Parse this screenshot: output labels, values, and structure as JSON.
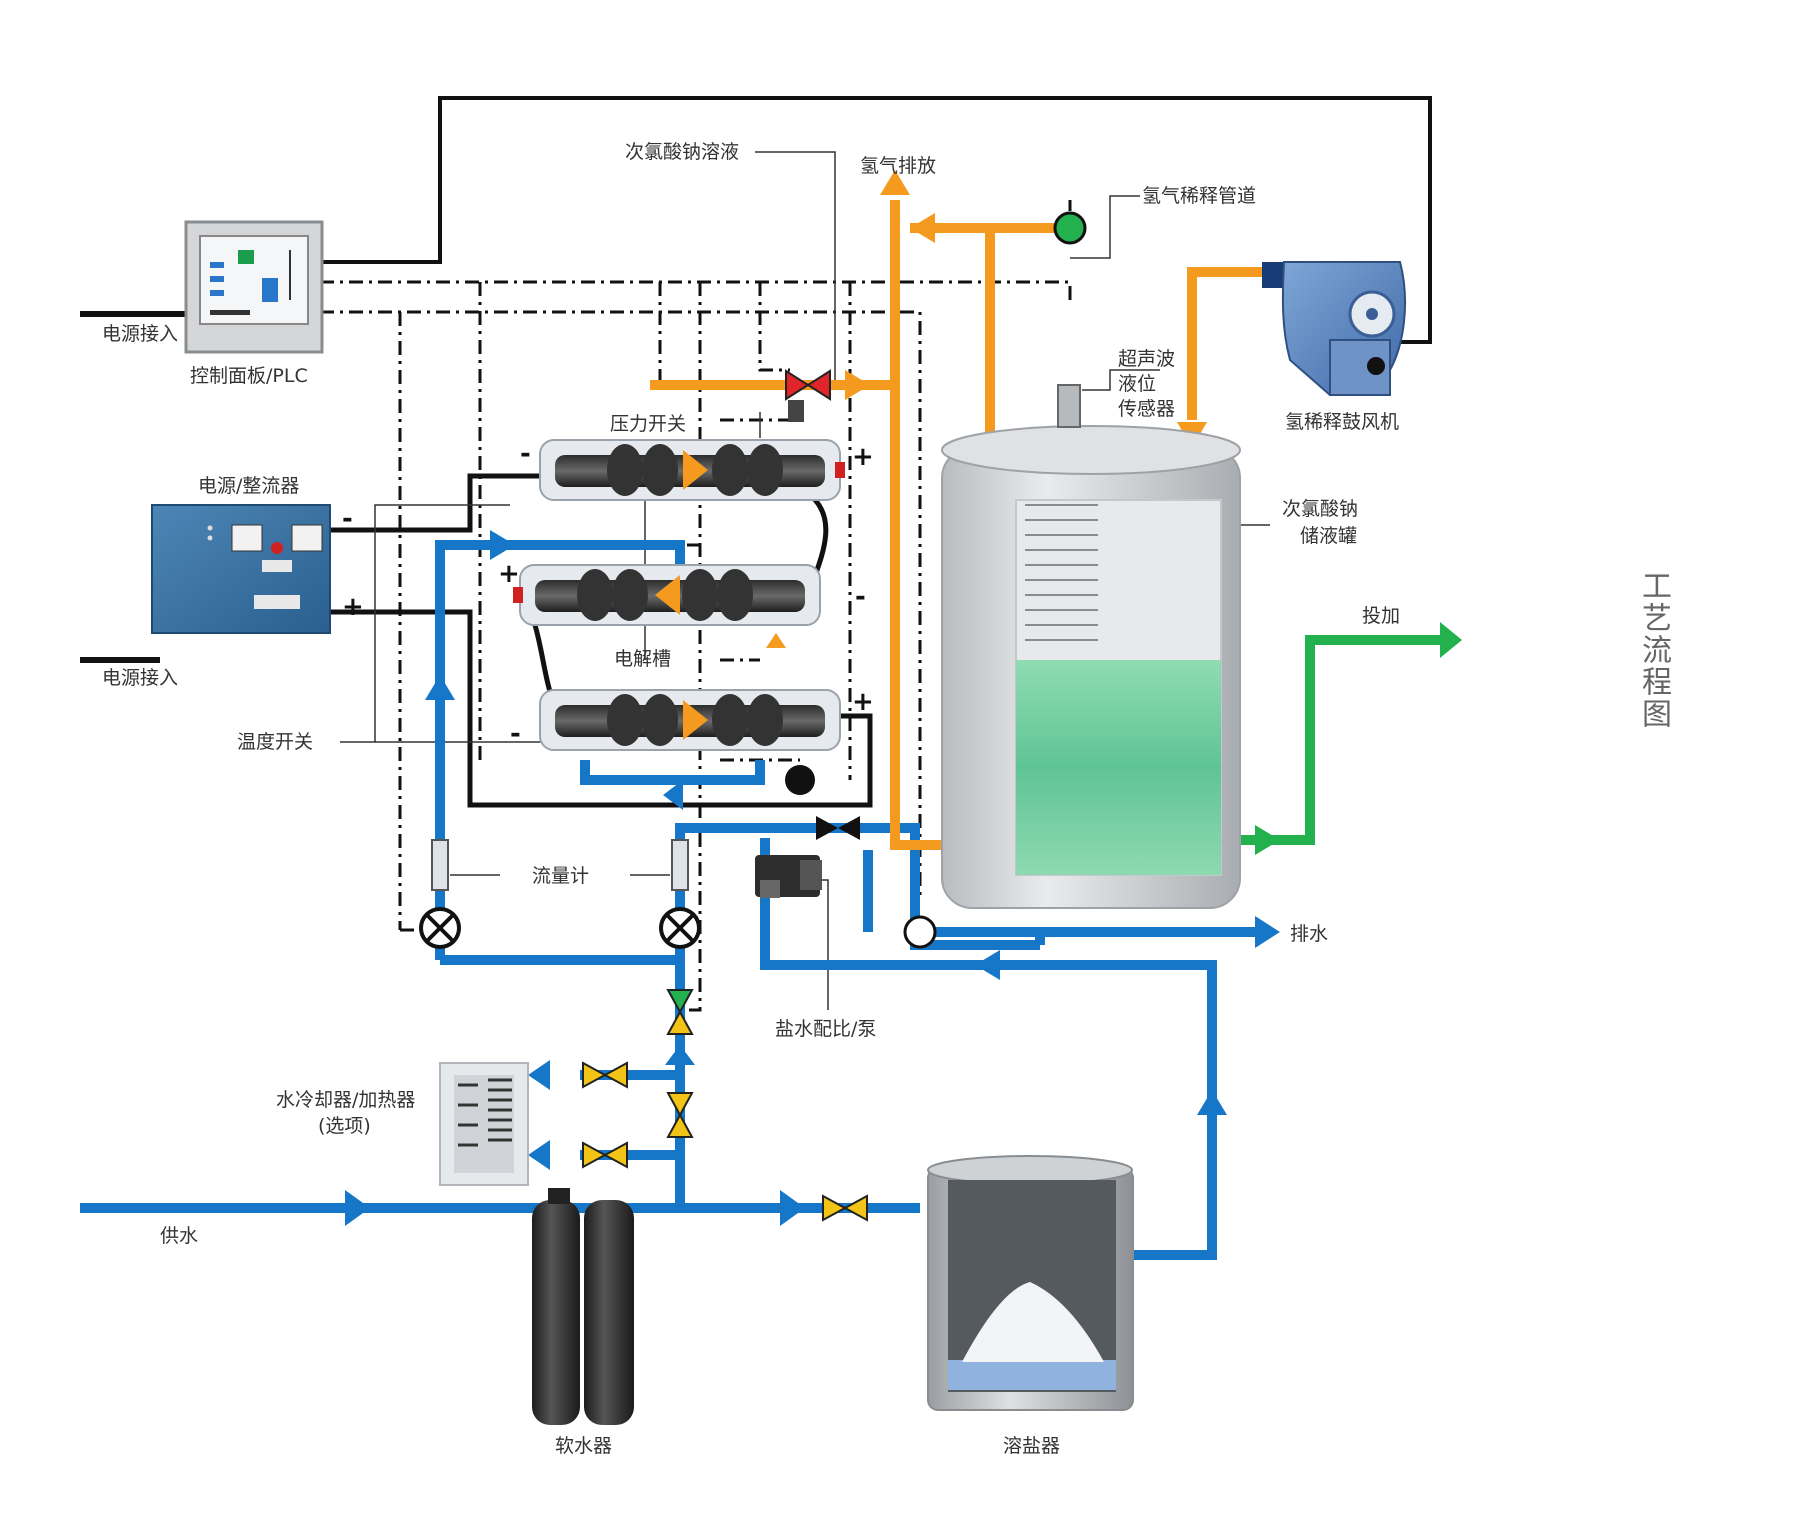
{
  "title": "工艺流程图",
  "labels": {
    "sodium_hypochlorite_solution": "次氯酸钠溶液",
    "hydrogen_vent": "氢气排放",
    "hydrogen_dilution_pipe": "氢气稀释管道",
    "power_input_top": "电源接入",
    "control_panel": "控制面板/PLC",
    "ultrasonic_1": "超声波",
    "ultrasonic_2": "液位",
    "ultrasonic_3": "传感器",
    "hydrogen_fan": "氢稀释鼓风机",
    "pressure_switch": "压力开关",
    "power_rectifier": "电源/整流器",
    "storage_tank_1": "次氯酸钠",
    "storage_tank_2": "储液罐",
    "dosing": "投加",
    "electrolytic_cell": "电解槽",
    "power_input_bottom": "电源接入",
    "temperature_switch": "温度开关",
    "flowmeter": "流量计",
    "drain": "排水",
    "brine_pump": "盐水配比/泵",
    "cooler_heater_1": "水冷却器/加热器",
    "cooler_heater_2": "(选项)",
    "water_supply": "供水",
    "softener": "软水器",
    "salt_dissolver": "溶盐器"
  },
  "signs": {
    "minus": "-",
    "plus": "+"
  },
  "colors": {
    "water": "#1677c8",
    "gas": "#f49a1e",
    "product": "#22b14c",
    "signal": "#111111",
    "valve": "#f2c418",
    "vent_valve": "#e0252b"
  },
  "icons": [
    "control-panel-icon",
    "rectifier-icon",
    "blower-fan-icon",
    "tank-icon",
    "valve-icon",
    "flow-arrow-icon",
    "pump-icon",
    "softener-icon",
    "salt-dissolver-icon",
    "cooler-icon",
    "electrolytic-cell-icon"
  ]
}
